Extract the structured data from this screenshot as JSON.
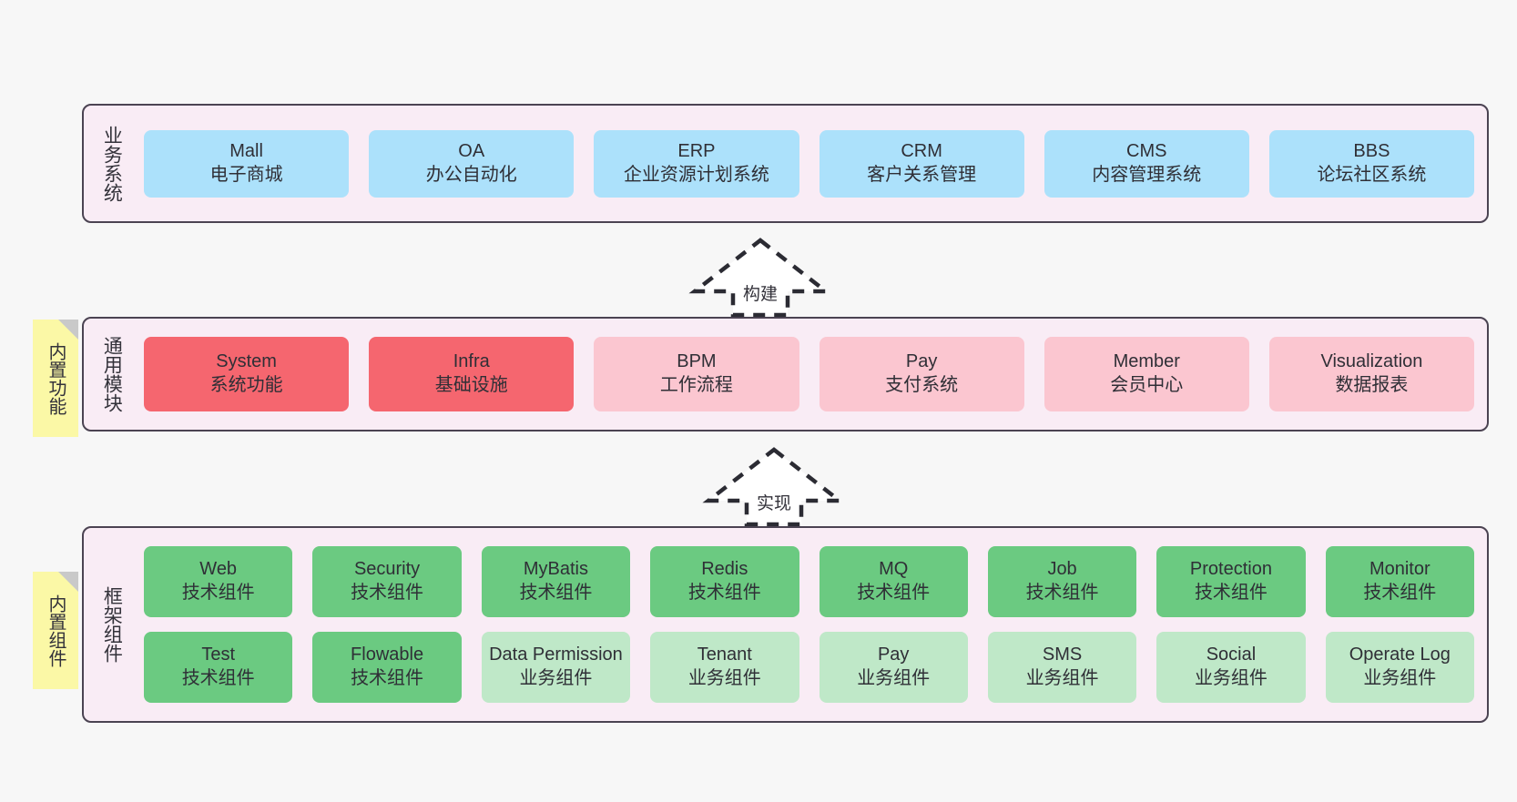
{
  "layers": [
    {
      "key": "business",
      "title": "业务系统",
      "rows": [
        {
          "cards": [
            {
              "en": "Mall",
              "cn": "电子商城",
              "color": "blue"
            },
            {
              "en": "OA",
              "cn": "办公自动化",
              "color": "blue"
            },
            {
              "en": "ERP",
              "cn": "企业资源计划系统",
              "color": "blue"
            },
            {
              "en": "CRM",
              "cn": "客户关系管理",
              "color": "blue"
            },
            {
              "en": "CMS",
              "cn": "内容管理系统",
              "color": "blue"
            },
            {
              "en": "BBS",
              "cn": "论坛社区系统",
              "color": "blue"
            }
          ]
        }
      ]
    },
    {
      "key": "module",
      "title": "通用模块",
      "note": "内置功能",
      "rows": [
        {
          "cards": [
            {
              "en": "System",
              "cn": "系统功能",
              "color": "red"
            },
            {
              "en": "Infra",
              "cn": "基础设施",
              "color": "red"
            },
            {
              "en": "BPM",
              "cn": "工作流程",
              "color": "pink"
            },
            {
              "en": "Pay",
              "cn": "支付系统",
              "color": "pink"
            },
            {
              "en": "Member",
              "cn": "会员中心",
              "color": "pink"
            },
            {
              "en": "Visualization",
              "cn": "数据报表",
              "color": "pink"
            }
          ]
        }
      ]
    },
    {
      "key": "framework",
      "title": "框架组件",
      "note": "内置组件",
      "rows": [
        {
          "cards": [
            {
              "en": "Web",
              "cn": "技术组件",
              "color": "green"
            },
            {
              "en": "Security",
              "cn": "技术组件",
              "color": "green"
            },
            {
              "en": "MyBatis",
              "cn": "技术组件",
              "color": "green"
            },
            {
              "en": "Redis",
              "cn": "技术组件",
              "color": "green"
            },
            {
              "en": "MQ",
              "cn": "技术组件",
              "color": "green"
            },
            {
              "en": "Job",
              "cn": "技术组件",
              "color": "green"
            },
            {
              "en": "Protection",
              "cn": "技术组件",
              "color": "green"
            },
            {
              "en": "Monitor",
              "cn": "技术组件",
              "color": "green"
            }
          ]
        },
        {
          "cards": [
            {
              "en": "Test",
              "cn": "技术组件",
              "color": "green"
            },
            {
              "en": "Flowable",
              "cn": "技术组件",
              "color": "green"
            },
            {
              "en": "Data Permission",
              "cn": "业务组件",
              "color": "lightgreen"
            },
            {
              "en": "Tenant",
              "cn": "业务组件",
              "color": "lightgreen"
            },
            {
              "en": "Pay",
              "cn": "业务组件",
              "color": "lightgreen"
            },
            {
              "en": "SMS",
              "cn": "业务组件",
              "color": "lightgreen"
            },
            {
              "en": "Social",
              "cn": "业务组件",
              "color": "lightgreen"
            },
            {
              "en": "Operate Log",
              "cn": "业务组件",
              "color": "lightgreen"
            }
          ]
        }
      ]
    }
  ],
  "arrows": [
    {
      "key": "build",
      "label": "构建"
    },
    {
      "key": "implement",
      "label": "实现"
    }
  ],
  "colors": {
    "panel_bg": "#f9ecf5",
    "panel_border": "#4b4352",
    "blue": "#ace1fb",
    "red": "#f5666f",
    "pink": "#fbc6d0",
    "green": "#6bca81",
    "lightgreen": "#bfe8c8",
    "note_bg": "#fbf8a6",
    "note_fold": "#c9c9c9",
    "canvas_bg": "#f7f7f7"
  }
}
